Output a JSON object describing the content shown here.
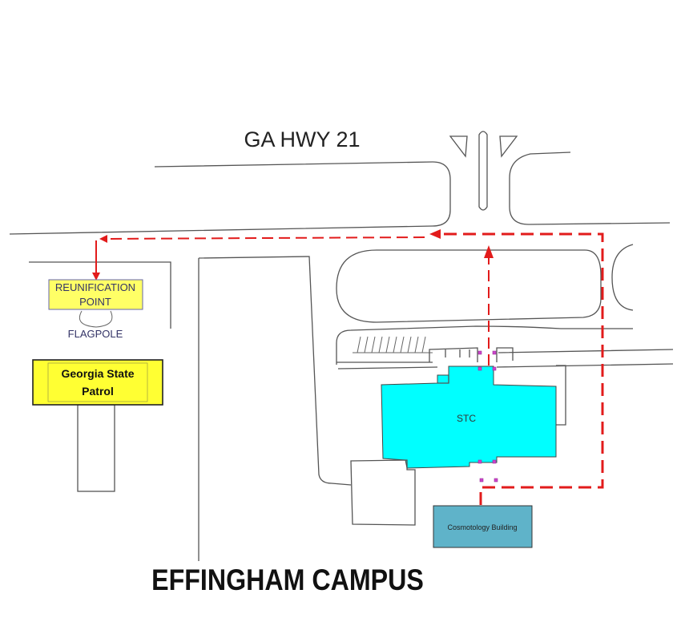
{
  "map": {
    "road_label": "GA HWY 21",
    "reunification_label_line1": "REUNIFICATION",
    "reunification_label_line2": "POINT",
    "flagpole_label": "FLAGPOLE",
    "patrol_label_line1": "Georgia State",
    "patrol_label_line2": "Patrol",
    "main_building_label": "STC",
    "cosmetology_label": "Cosmotology Building",
    "campus_title": "EFFINGHAM CAMPUS"
  },
  "colors": {
    "route": "#e21b1b",
    "reunification_fill": "#ffff66",
    "patrol_fill": "#ffff33",
    "main_building_fill": "#00ffff",
    "cosmetology_fill": "#5fb3c9",
    "door_marker": "#cc44cc"
  }
}
